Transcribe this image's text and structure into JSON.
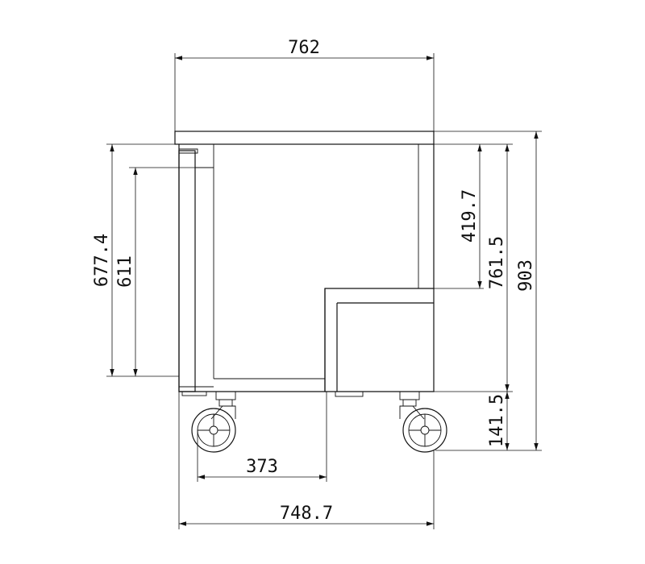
{
  "dimensions": {
    "top_width": "762",
    "base_width": "748.7",
    "caster_to_step": "373",
    "door_height_outer": "677.4",
    "door_height_inner": "611",
    "upper_depth": "419.7",
    "body_height": "761.5",
    "total_height": "903",
    "caster_height": "141.5"
  },
  "colors": {
    "line": "#111111",
    "background": "#ffffff"
  }
}
